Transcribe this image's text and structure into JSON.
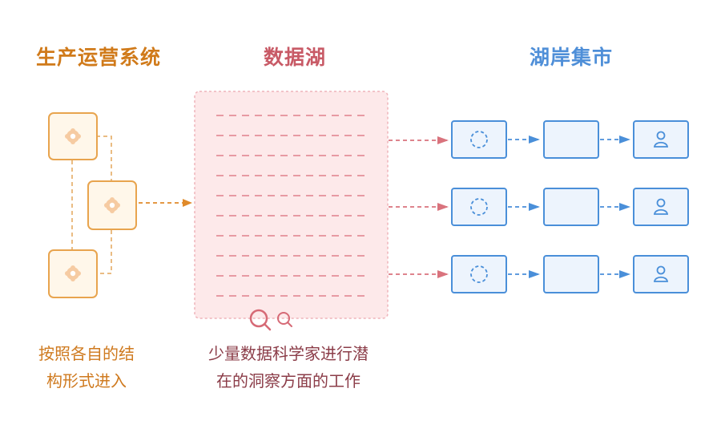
{
  "columns": {
    "ops": {
      "title": "生产运营系统",
      "caption_lines": [
        "按照各自的结",
        "构形式进入"
      ]
    },
    "lake": {
      "title": "数据湖",
      "caption_lines": [
        "少量数据科学家进行潜",
        "在的洞察方面的工作"
      ]
    },
    "mart": {
      "title": "湖岸集市"
    }
  },
  "colors": {
    "ops_orange": "#e39a3c",
    "lake_red": "#d9737d",
    "mart_blue": "#4a8fd9"
  },
  "icons": {
    "ops_box_icon": "gear-icon",
    "lake_search_icon": "magnifier-icon",
    "mart_source_icon": "dashed-circle-icon",
    "mart_user_icon": "user-icon"
  }
}
